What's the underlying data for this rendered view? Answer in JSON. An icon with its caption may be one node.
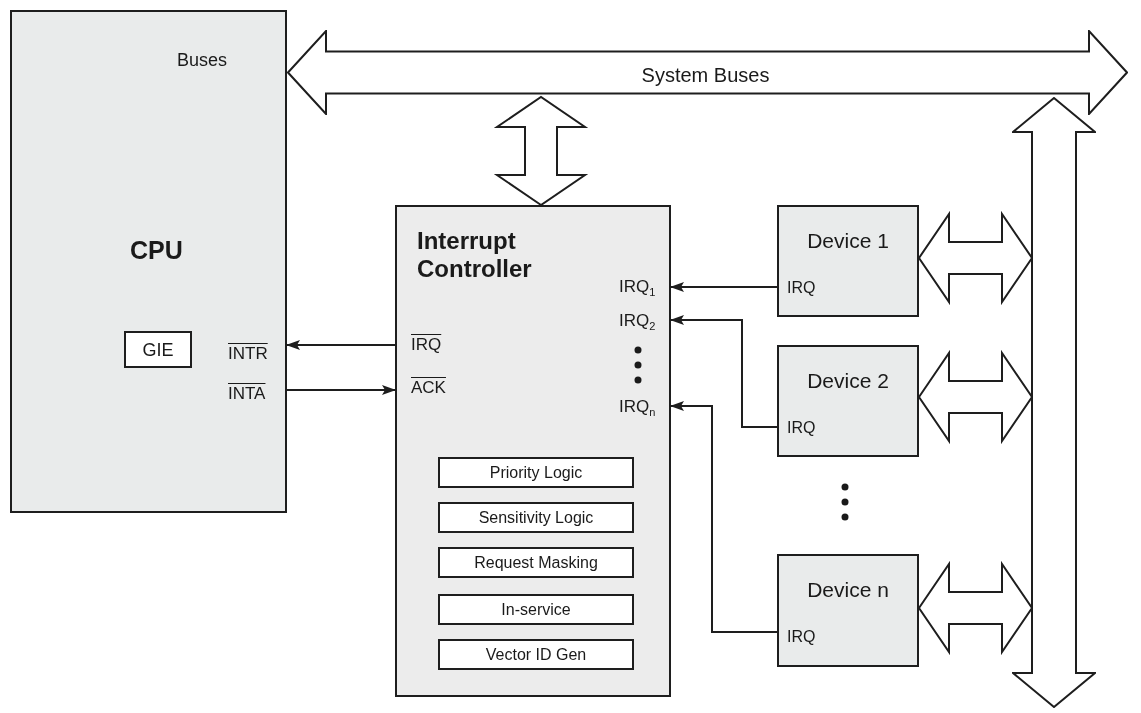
{
  "diagram": {
    "nodes": [
      {
        "text": [
          "Buses",
          "CPU",
          "INTR",
          "INTA"
        ]
      },
      {
        "text": [
          "GIE"
        ],
        "in": 0
      },
      {
        "text": [
          "System Buses"
        ]
      },
      {
        "text": [
          "Interrupt Controller",
          "IRQ",
          "ACK",
          "IRQ$_{1}$",
          "IRQ$_{2}$",
          "IRQ$_{n}$"
        ]
      },
      {
        "text": [
          "Priority Logic"
        ],
        "in": 3
      },
      {
        "text": [
          "Sensitivity Logic"
        ],
        "in": 3
      },
      {
        "text": [
          "Request Masking"
        ],
        "in": 3
      },
      {
        "text": [
          "In-service"
        ],
        "in": 3
      },
      {
        "text": [
          "Vector ID Gen"
        ],
        "in": 3
      },
      {
        "text": [
          "Device 1",
          "IRQ"
        ]
      },
      {
        "text": [
          "Device 2",
          "IRQ"
        ]
      },
      {
        "text": [
          "Device n",
          "IRQ"
        ]
      },
      {
        "text": [],
        "shape": "arrow"
      }
    ],
    "edges": [
      {
        "from": 3,
        "to": 0,
        "arrow": "to"
      },
      {
        "from": 0,
        "to": 3,
        "arrow": "to"
      },
      {
        "from": 9,
        "to": 3,
        "arrow": "to"
      },
      {
        "from": 10,
        "to": 3,
        "arrow": "to"
      },
      {
        "from": 11,
        "to": 3,
        "arrow": "to"
      },
      {
        "from": 3,
        "to": 2,
        "arrow": "both",
        "style": "thick"
      },
      {
        "from": 9,
        "to": 12,
        "arrow": "both",
        "style": "thick"
      },
      {
        "from": 10,
        "to": 12,
        "arrow": "both",
        "style": "thick"
      },
      {
        "from": 11,
        "to": 12,
        "arrow": "both",
        "style": "thick"
      }
    ]
  }
}
